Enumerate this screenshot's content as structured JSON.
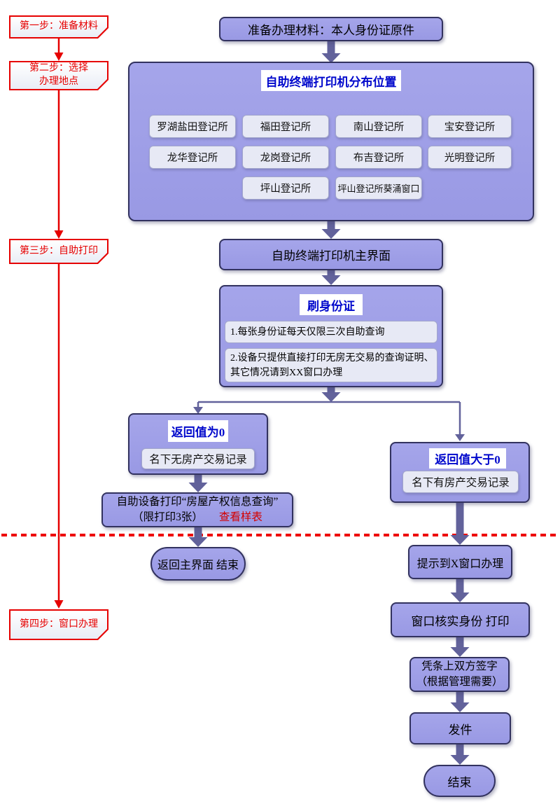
{
  "colors": {
    "box_purple": "#9c9ce8",
    "box_border": "#32325f",
    "light_fill": "#e7e9f5",
    "red": "#e60000",
    "blue_title": "#0008cc",
    "arrow": "#62629b"
  },
  "side_steps": {
    "step1": "第一步：准备材料",
    "step2_line1": "第二步：选择",
    "step2_line2": "办理地点",
    "step3": "第三步：自助打印",
    "step4": "第四步：窗口办理"
  },
  "flow": {
    "prepare": "准备办理材料：本人身份证原件",
    "distribution_title": "自助终端打印机分布位置",
    "locations": [
      "罗湖盐田登记所",
      "福田登记所",
      "南山登记所",
      "宝安登记所",
      "龙华登记所",
      "龙岗登记所",
      "布吉登记所",
      "光明登记所",
      "坪山登记所",
      "坪山登记所葵涌窗口"
    ],
    "main_screen": "自助终端打印机主界面",
    "swipe_title": "刷身份证",
    "swipe_note1": "1.每张身份证每天仅限三次自助查询",
    "swipe_note2_line1": "2.设备只提供直接打印无房无交易的查询证明、",
    "swipe_note2_line2": "其它情况请到XX窗口办理",
    "branch_zero_title": "返回值为0",
    "branch_zero_desc": "名下无房产交易记录",
    "branch_pos_title": "返回值大于0",
    "branch_pos_desc": "名下有房产交易记录",
    "self_print_line1": "自助设备打印“房屋产权信息查询”",
    "self_print_line2": "（限打印3张）",
    "sample_link": "查看样表",
    "return_main": "返回主界面 结束",
    "window_notice": "提示到X窗口办理",
    "window_verify": "窗口核实身份 打印",
    "sign_line1": "凭条上双方签字",
    "sign_line2": "（根据管理需要）",
    "send": "发件",
    "end": "结束"
  }
}
